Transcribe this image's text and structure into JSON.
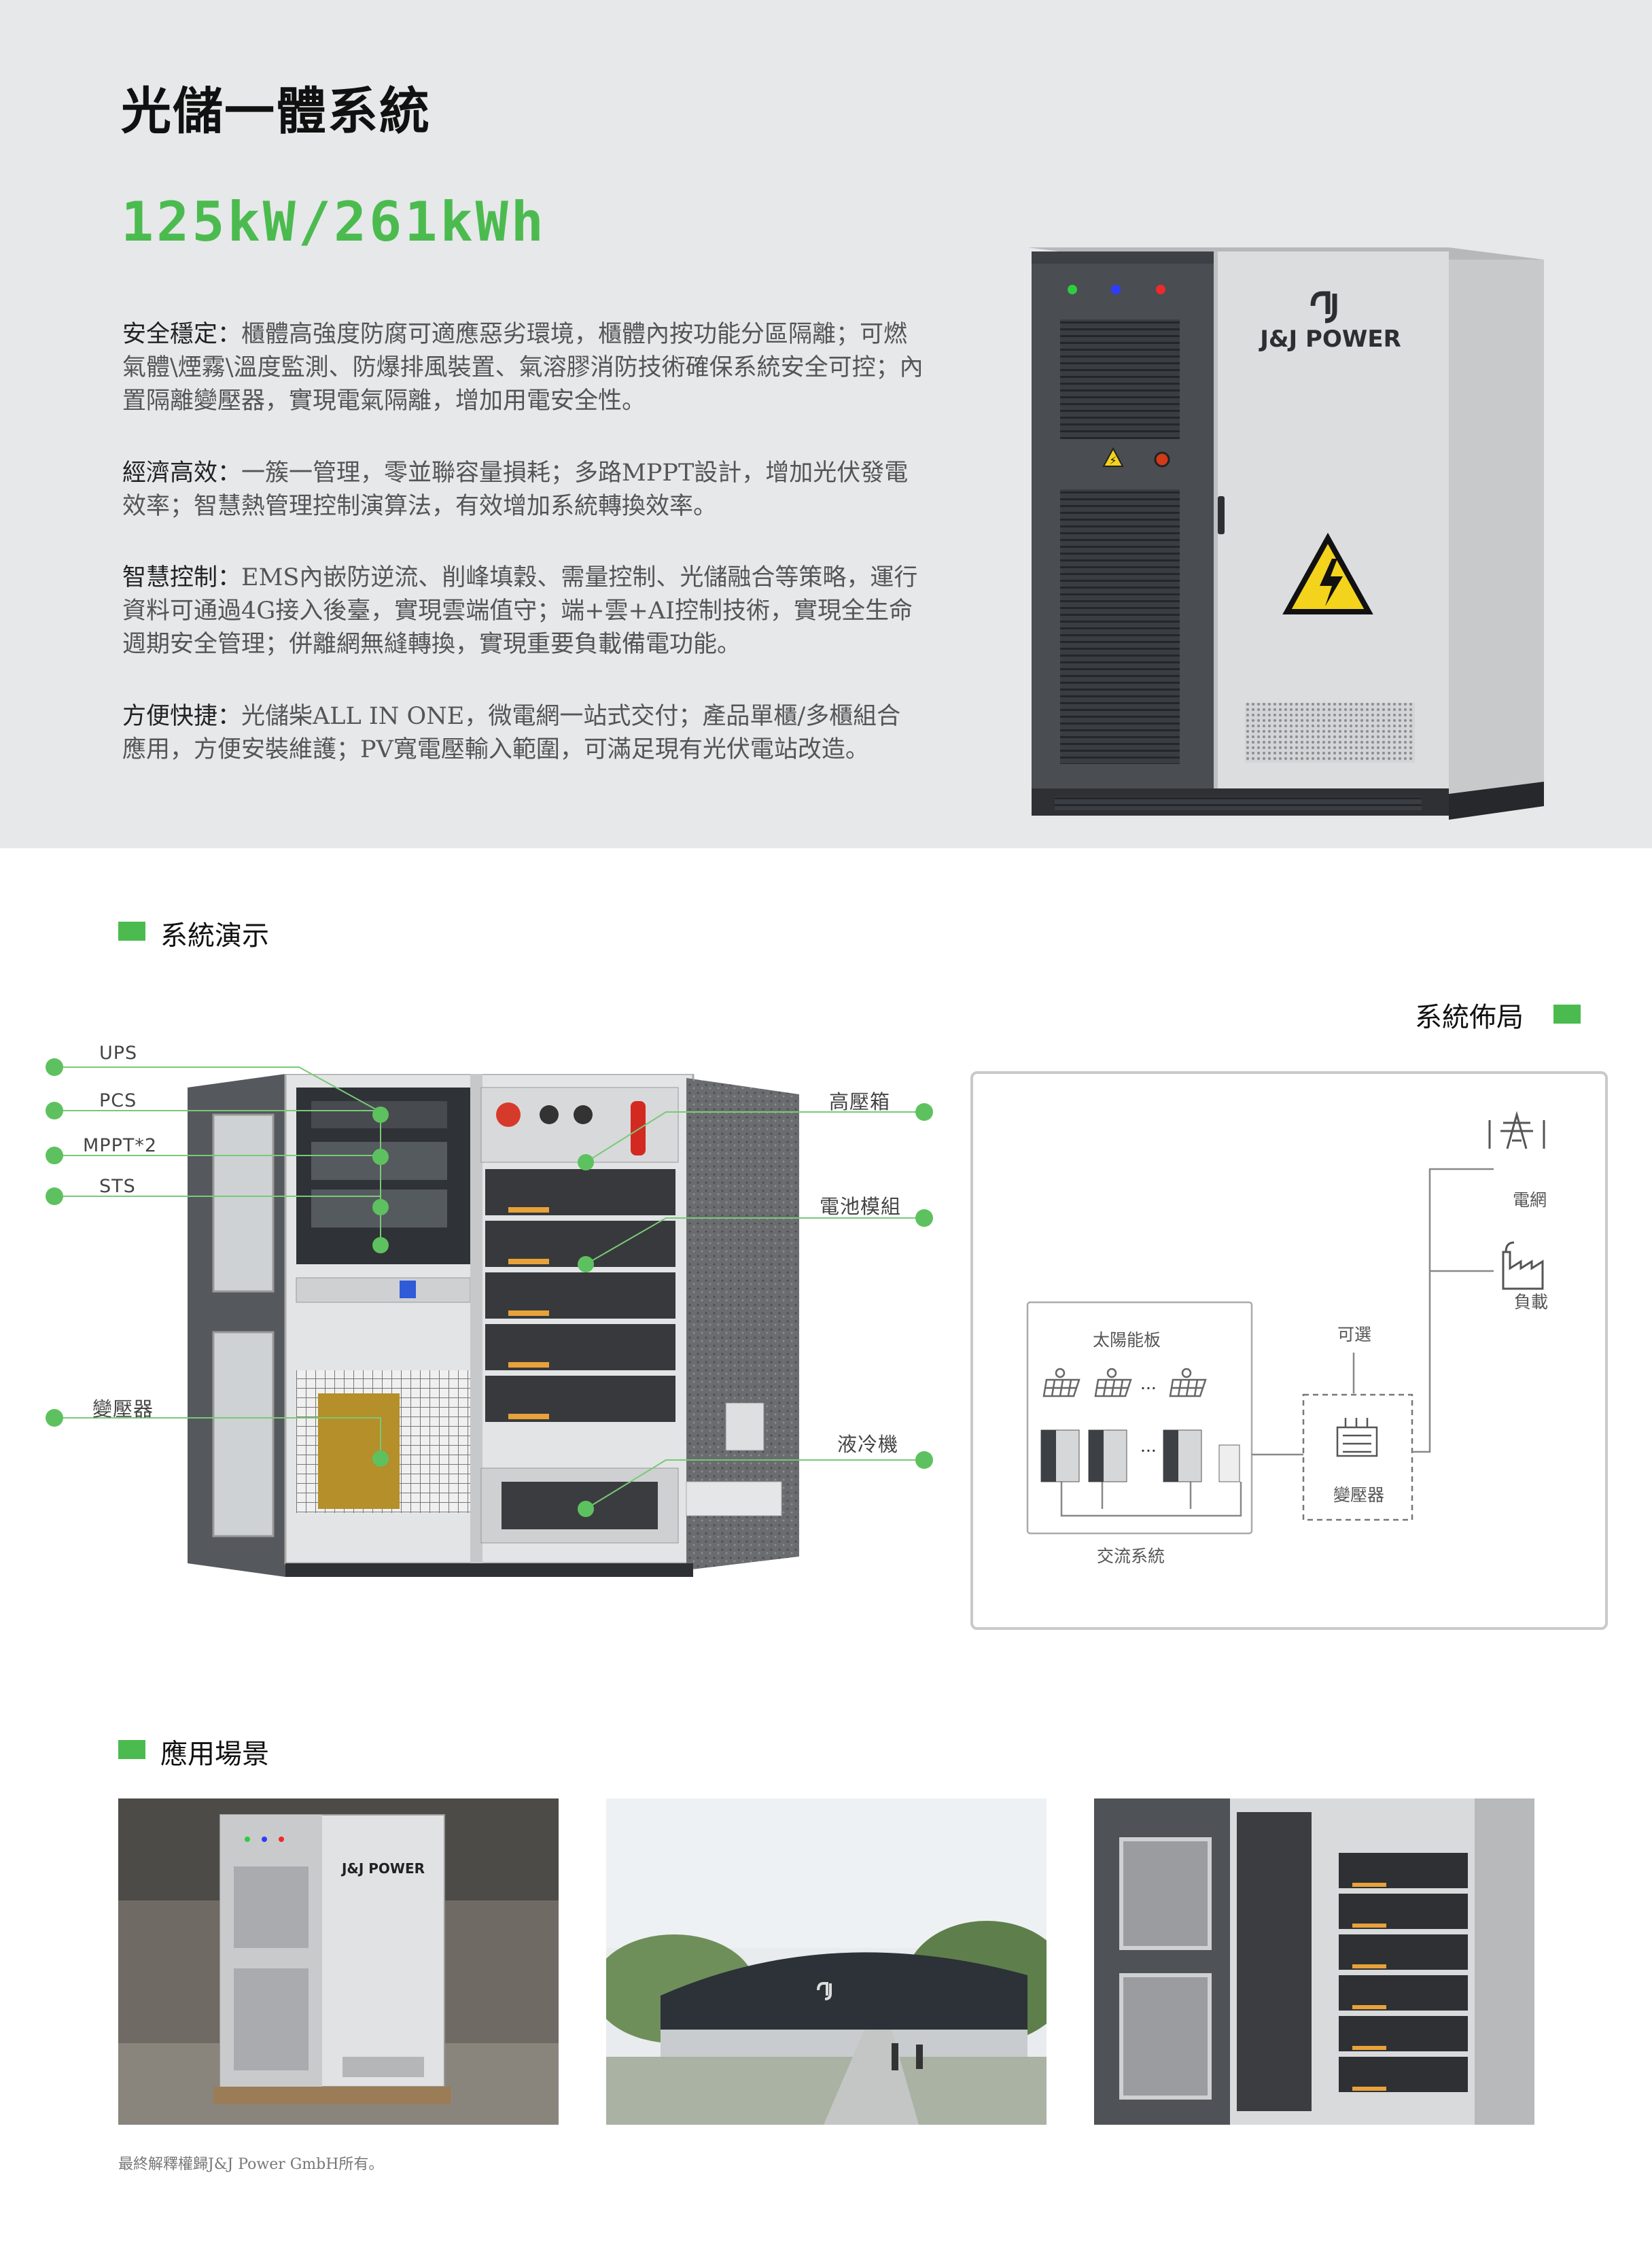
{
  "header": {
    "title": "光儲一體系統",
    "subtitle": "125kW/261kWh"
  },
  "features": [
    {
      "title": "安全穩定：",
      "body": "櫃體高強度防腐可適應惡劣環境，櫃體內按功能分區隔離；可燃氣體\\煙霧\\溫度監測、防爆排風裝置、氣溶膠消防技術確保系統安全可控；內置隔離變壓器，實現電氣隔離，增加用電安全性。"
    },
    {
      "title": "經濟高效：",
      "body": "一簇一管理，零並聯容量損耗；多路MPPT設計，增加光伏發電效率；智慧熱管理控制演算法，有效增加系統轉換效率。"
    },
    {
      "title": "智慧控制：",
      "body": "EMS內嵌防逆流、削峰填穀、需量控制、光儲融合等策略，運行資料可通過4G接入後臺，實現雲端值守；端+雲+AI控制技術，實現全生命週期安全管理；併離網無縫轉換，實現重要負載備電功能。"
    },
    {
      "title": "方便快捷：",
      "body": "光儲柴ALL IN ONE，微電網一站式交付；產品單櫃/多櫃組合應用，方便安裝維護；PV寬電壓輸入範圍，可滿足現有光伏電站改造。"
    }
  ],
  "brand": {
    "name": "J&J POWER",
    "logo_icon": "jj-power-logo-icon"
  },
  "sections": {
    "demo": "系統演示",
    "layout": "系統佈局",
    "application": "應用場景"
  },
  "demo_callouts": {
    "left": [
      "UPS",
      "PCS",
      "MPPT*2",
      "STS",
      "變壓器"
    ],
    "right": [
      "高壓箱",
      "電池模組",
      "液冷機"
    ]
  },
  "layout_diagram": {
    "solar_panels": "太陽能板",
    "ac_system": "交流系統",
    "optional": "可選",
    "transformer": "變壓器",
    "grid": "電網",
    "load": "負載",
    "ellipsis": "···"
  },
  "footer": "最終解釋權歸J&J Power GmbH所有。",
  "colors": {
    "accent": "#4cbb4f",
    "hero_bg": "#e6e8ea",
    "cabinet_dark": "#4a4d52",
    "cabinet_light": "#d9dadb"
  }
}
